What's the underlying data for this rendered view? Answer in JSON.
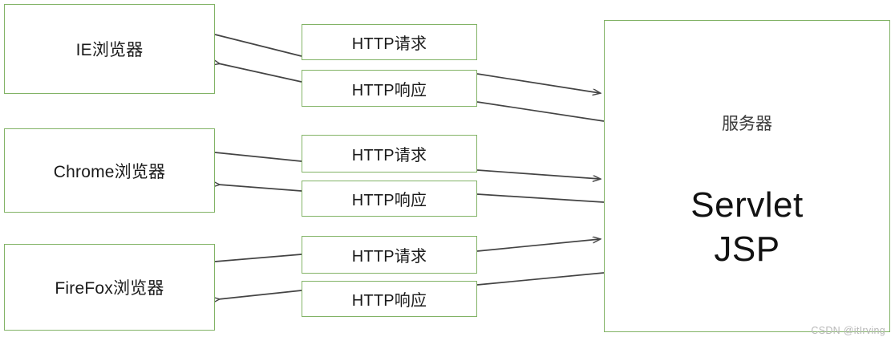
{
  "diagram": {
    "title": "Browser HTTP request/response to server",
    "colors": {
      "box_border": "#82b366",
      "box_fill": "#ffffff",
      "arrow": "#444444",
      "text": "#1a1a1a",
      "watermark": "#b9b9b9"
    },
    "clients": [
      {
        "label": "IE浏览器"
      },
      {
        "label": "Chrome浏览器"
      },
      {
        "label": "FireFox浏览器"
      }
    ],
    "messages": [
      {
        "request": "HTTP请求",
        "response": "HTTP响应"
      },
      {
        "request": "HTTP请求",
        "response": "HTTP响应"
      },
      {
        "request": "HTTP请求",
        "response": "HTTP响应"
      }
    ],
    "server": {
      "label": "服务器",
      "line1": "Servlet",
      "line2": "JSP"
    },
    "watermark": "CSDN @itIrving"
  }
}
